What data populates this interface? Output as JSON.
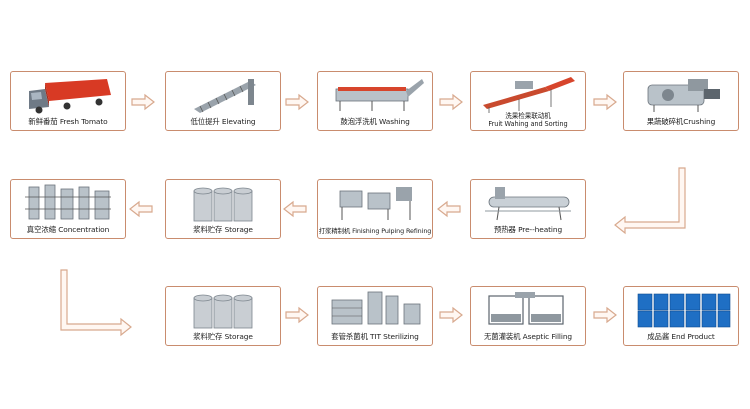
{
  "steps": [
    {
      "id": "fresh-tomato",
      "label": "新鲜番茄 Fresh Tomato",
      "icon": "truck-icon"
    },
    {
      "id": "elevating",
      "label": "低位提升 Elevating",
      "icon": "elevator-icon"
    },
    {
      "id": "washing",
      "label": "鼓泡浮洗机 Washing",
      "icon": "washer-icon"
    },
    {
      "id": "fruit-washing-sorting",
      "label_cn": "洗果检果联动机",
      "label_en": "Fruit Wahing and Sorting",
      "icon": "sorting-line-icon"
    },
    {
      "id": "crushing",
      "label": "果蔬破碎机Crushing",
      "icon": "crusher-icon"
    },
    {
      "id": "pre-heating",
      "label": "预热器 Pre--heating",
      "icon": "preheater-icon"
    },
    {
      "id": "finishing-pulping-refining",
      "label": "打浆精制机 Finishing Pulping Refining",
      "icon": "pulper-icon"
    },
    {
      "id": "storage-1",
      "label": "浆料贮存 Storage",
      "icon": "silo-icon"
    },
    {
      "id": "concentration",
      "label": "真空浓缩 Concentration",
      "icon": "evaporator-icon"
    },
    {
      "id": "storage-2",
      "label": "浆料贮存 Storage",
      "icon": "silo-icon"
    },
    {
      "id": "tit-sterilizing",
      "label": "套管杀菌机 TIT Sterilizing",
      "icon": "sterilizer-icon"
    },
    {
      "id": "aseptic-filling",
      "label": "无菌灌装机 Aseptic Filling",
      "icon": "filler-icon"
    },
    {
      "id": "end-product",
      "label": "成品酱 End Product",
      "icon": "drums-icon"
    }
  ],
  "colors": {
    "border": "#c98c6e",
    "arrow": "#d8a98e",
    "arrow_fill": "#fff7f2"
  }
}
